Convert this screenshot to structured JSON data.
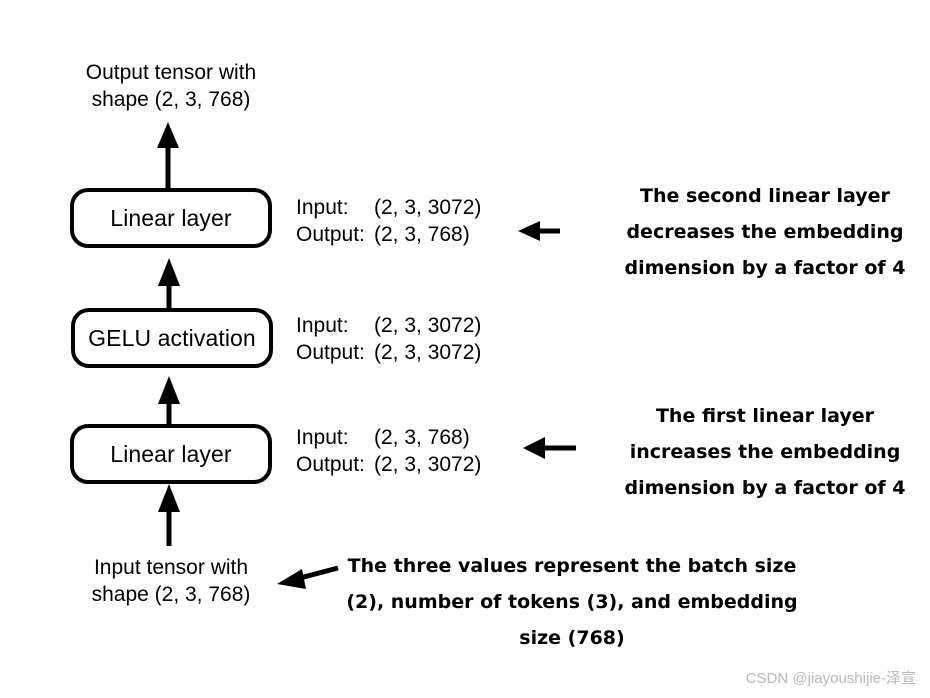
{
  "diagram": {
    "title": "Feed forward network tensor shape flow",
    "background_color": "#ffffff",
    "stroke_color": "#000000",
    "watermark": "CSDN @jiayoushijie-泽宣"
  },
  "endpoints": {
    "output_tensor": "Output tensor with\nshape (2, 3, 768)",
    "input_tensor": "Input tensor with\nshape (2, 3, 768)"
  },
  "boxes": [
    {
      "id": "linear-2",
      "label": "Linear layer"
    },
    {
      "id": "gelu",
      "label": "GELU activation"
    },
    {
      "id": "linear-1",
      "label": "Linear layer"
    }
  ],
  "io_specs": [
    {
      "id": "linear-2",
      "input_key": "Input:",
      "input_value": "(2, 3, 3072)",
      "output_key": "Output:",
      "output_value": "(2, 3, 768)"
    },
    {
      "id": "gelu",
      "input_key": "Input:",
      "input_value": "(2, 3, 3072)",
      "output_key": "Output:",
      "output_value": "(2, 3, 3072)"
    },
    {
      "id": "linear-1",
      "input_key": "Input:",
      "input_value": "(2, 3, 768)",
      "output_key": "Output:",
      "output_value": "(2, 3, 3072)"
    }
  ],
  "annotations": {
    "second_layer": "The second linear layer decreases the embedding dimension by a factor of 4",
    "first_layer": "The first linear layer increases the embedding dimension by a factor of 4",
    "three_values": "The three values represent the batch size (2), number of tokens (3), and embedding size (768)"
  }
}
